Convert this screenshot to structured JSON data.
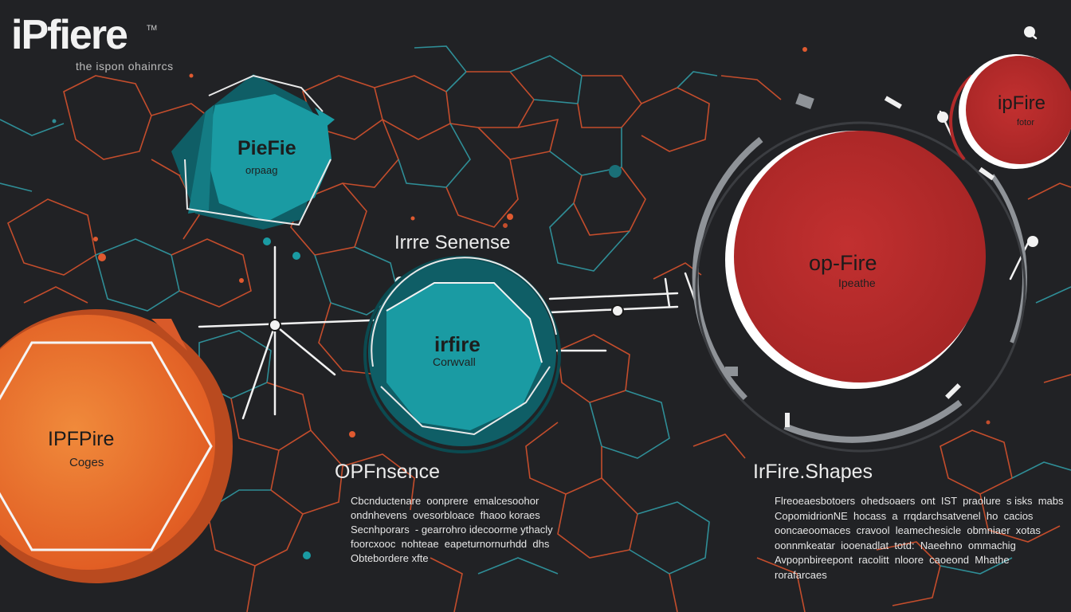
{
  "brand": {
    "logo_text": "iPfiere",
    "logo_mark": "TM",
    "tagline": "the ispon ohainrcs"
  },
  "nodes": {
    "teal_top": {
      "title": "PieFie",
      "subtitle": "orpaag"
    },
    "teal_center": {
      "title": "irfire",
      "subtitle": "Corwvall"
    },
    "orange": {
      "title": "IPFPire",
      "subtitle": "Coges"
    },
    "red_large": {
      "title": "op-Fire",
      "subtitle": "Ipeathe"
    },
    "red_small": {
      "title": "ipFire",
      "subtitle": "fotor"
    }
  },
  "headings": {
    "center_top": "Irrre Senense",
    "center_bottom": "OPFnsence",
    "right_bottom": "IrFire.Shapes"
  },
  "paragraphs": {
    "center": "Cbcnductenare  oonprere  emalcesoohor\nondnhevens  ovesorbloace  fhaoo koraes\nSecnhporars  - gearrohro idecoorme ythacly\nfoorcxooc  nohteae  eapeturnornurhdd  dhs\nObtebordere xfte",
    "right": "Flreoeaesbotoers  ohedsoaers  ont  IST  praolure  s isks  mabs\nCopomidrionNE  hocass  a  rrqdarchsatvenel  ho  cacios\nooncaeoomaces  cravool  leamechesicle  obmniaer  xotas\noonnmkeatar  iooenadlat  totd:  Naeehno  ommachig\nAvpopnbireepont  racolitt  nloore  caoeond  Mhathe\nrorafarcaes"
  },
  "colors": {
    "background": "#212225",
    "teal": "#1a9ba3",
    "orange": "#e8692c",
    "red": "#b22a2a",
    "grid_orange": "#c44d2c",
    "grid_teal": "#2f8e97",
    "ring": "#8f9398"
  }
}
